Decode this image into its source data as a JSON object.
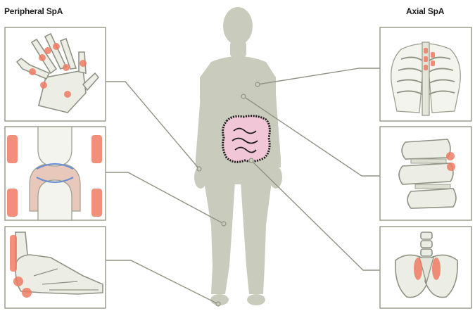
{
  "headings": {
    "peripheral": "Peripheral SpA",
    "axial": "Axial SpA"
  },
  "colors": {
    "body_fill": "#c9cbbd",
    "panel_border": "#9a9d8c",
    "connector_line": "#8f9382",
    "bone_fill": "#eceee6",
    "inflammation": "#ee7b63",
    "synovium_line": "#6b8fd0",
    "cartilage": "#e9c8bc",
    "intestine_fill": "#f1c6d6",
    "intestine_outline": "#1b1b1b"
  },
  "panels": {
    "peripheral": [
      "hand-joints",
      "knee-joint",
      "foot-heel"
    ],
    "axial": [
      "ribcage",
      "spine-vertebrae",
      "pelvis-sacroiliac"
    ]
  }
}
